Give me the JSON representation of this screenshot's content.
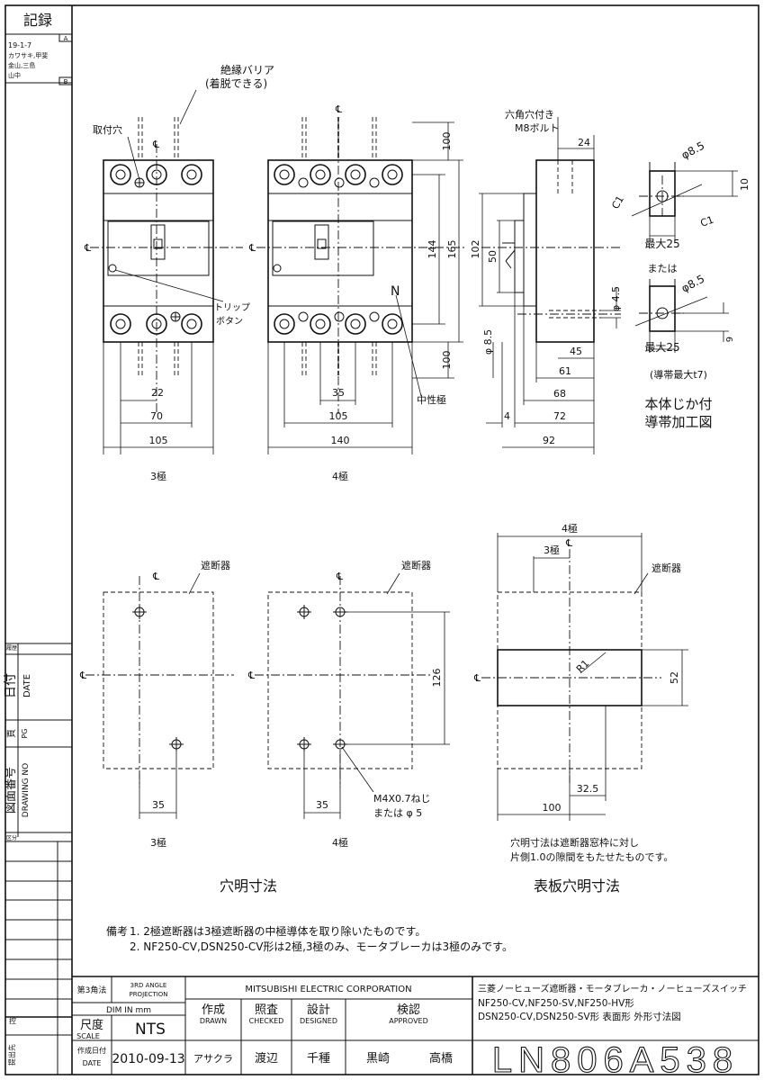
{
  "left_column": {
    "record_title": "記録",
    "rev_a": "A",
    "rev_b": "B",
    "record_lines": [
      "19-1-7",
      "カワサキ,甲斐",
      "金山,三島",
      "山中"
    ],
    "history_label": "履歴",
    "date_label_jp": "日付",
    "date_label_en": "DATE",
    "page_label_jp": "頁",
    "page_label_en": "PG",
    "drawing_no_jp": "図面番号",
    "drawing_no_en": "DRAWING NO",
    "section_label": "区分",
    "bottom_label_1": "控",
    "bottom_label_2": "提出先"
  },
  "top_views": {
    "barrier_note_1": "絶縁バリア",
    "barrier_note_2": "(着脱できる)",
    "mount_hole": "取付穴",
    "trip_button_1": "トリップ",
    "trip_button_2": "ボタン",
    "neutral_pole_mark": "N",
    "neutral_pole": "中性極",
    "cl": "℄",
    "dim_22": "22",
    "dim_70": "70",
    "dim_105_3p": "105",
    "dim_35": "35",
    "dim_105_4p": "105",
    "dim_140": "140",
    "dim_100_top": "100",
    "dim_144": "144",
    "dim_165": "165",
    "dim_100_bottom": "100",
    "dim_102": "102",
    "dim_50": "50",
    "label_3p": "3極",
    "label_4p": "4極"
  },
  "side_view": {
    "bolt_note_1": "六角穴付き",
    "bolt_note_2": "M8ボルト",
    "dim_24": "24",
    "dim_phi45": "φ 4.5",
    "dim_phi85": "φ 8.5",
    "dim_4": "4",
    "dim_45": "45",
    "dim_61": "61",
    "dim_68": "68",
    "dim_72": "72",
    "dim_92": "92"
  },
  "terminal_detail": {
    "phi85_a": "φ8.5",
    "dim_10": "10",
    "c1_a": "C1",
    "c1_b": "C1",
    "max25_a": "最大25",
    "or_label": "または",
    "phi85_b": "φ8.5",
    "dim_9": "9",
    "max25_b": "最大25",
    "bar_max": "(導帯最大t7)",
    "title_1": "本体じか付",
    "title_2": "導帯加工図"
  },
  "cutouts": {
    "breaker_label": "遮断器",
    "dim_35_3p": "35",
    "dim_35_4p": "35",
    "dim_126": "126",
    "screw_note_1": "M4X0.7ねじ",
    "screw_note_2": "または φ 5",
    "label_3p": "3極",
    "label_4p": "4極",
    "section_title_left": "穴明寸法",
    "panel_4p": "4極",
    "panel_3p": "3極",
    "dim_r1": "R1",
    "dim_52": "52",
    "dim_32_5": "32.5",
    "dim_100": "100",
    "panel_note_1": "穴明寸法は遮断器窓枠に対し",
    "panel_note_2": "片側1.0の隙間をもたせたものです。",
    "section_title_right": "表板穴明寸法"
  },
  "remarks": {
    "prefix": "備考",
    "line_1": "1. 2極遮断器は3極遮断器の中極導体を取り除いたものです。",
    "line_2": "2. NF250-CV,DSN250-CV形は2極,3極のみ、モータブレーカは3極のみです。"
  },
  "title_block": {
    "projection_jp": "第3角法",
    "projection_en_1": "3RD ANGLE",
    "projection_en_2": "PROJECTION",
    "dim_unit": "DIM IN  mm",
    "scale_jp": "尺度",
    "scale_en": "SCALE",
    "scale_value": "NTS",
    "date_jp": "作成日付",
    "date_en": "DATE",
    "date_value": "2010-09-13",
    "company": "MITSUBISHI ELECTRIC CORPORATION",
    "drawn_jp": "作成",
    "drawn_en": "DRAWN",
    "checked_jp": "照査",
    "checked_en": "CHECKED",
    "designed_jp": "設計",
    "designed_en": "DESIGNED",
    "approved_jp": "検認",
    "approved_en": "APPROVED",
    "drawn_name": "アサクラ",
    "checked_name": "渡辺",
    "designed_name": "千種",
    "approved_name_1": "黒崎",
    "approved_name_2": "高橋",
    "title_line_1": "三菱ノーヒューズ遮断器・モータブレーカ・ノーヒューズスイッチ",
    "title_line_2": "NF250-CV,NF250-SV,NF250-HV形",
    "title_line_3": "DSN250-CV,DSN250-SV形 表面形 外形寸法図",
    "drawing_number": "LN806A538"
  }
}
